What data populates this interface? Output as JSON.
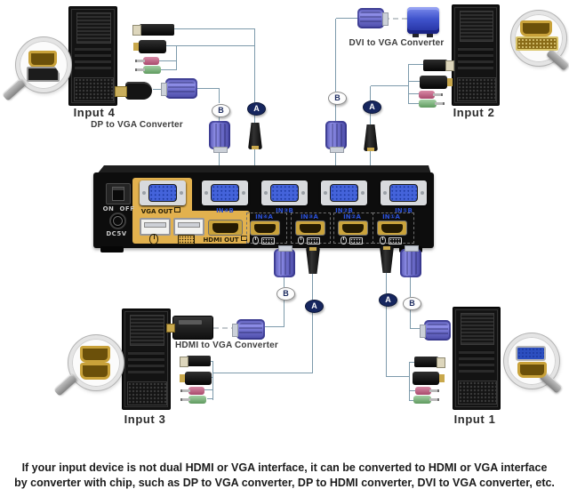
{
  "markers": {
    "a": "A",
    "b": "B"
  },
  "inputs": {
    "input4": {
      "label": "Input 4",
      "converter": "DP to VGA Converter"
    },
    "input2": {
      "label": "Input 2",
      "converter": "DVI to VGA Converter"
    },
    "input3": {
      "label": "Input 3",
      "converter": "HDMI to VGA Converter"
    },
    "input1": {
      "label": "Input 1"
    }
  },
  "kvm_switch": {
    "power_on": "ON",
    "power_off": "OFF",
    "dc_label": "DC5V",
    "vga_out_label": "VGA OUT",
    "hdmi_out_label": "HDMI OUT",
    "vga_in_labels": [
      "IN④B",
      "IN③B",
      "IN②B",
      "IN①B"
    ],
    "hdmi_in_labels": [
      "IN④A",
      "IN③A",
      "IN②A",
      "IN①A"
    ]
  },
  "footer": {
    "line1": "If your input device is not dual HDMI or VGA interface, it can be converted to HDMI or VGA interface",
    "line2": "by converter with chip, such as DP to VGA converter, DP to HDMI converter, DVI to VGA converter, etc."
  },
  "colors": {
    "accent_yellow": "#e2b14e",
    "marker_navy": "#16265e",
    "wire": "#7d9aab",
    "vga_purple": "#6b6bc8"
  }
}
